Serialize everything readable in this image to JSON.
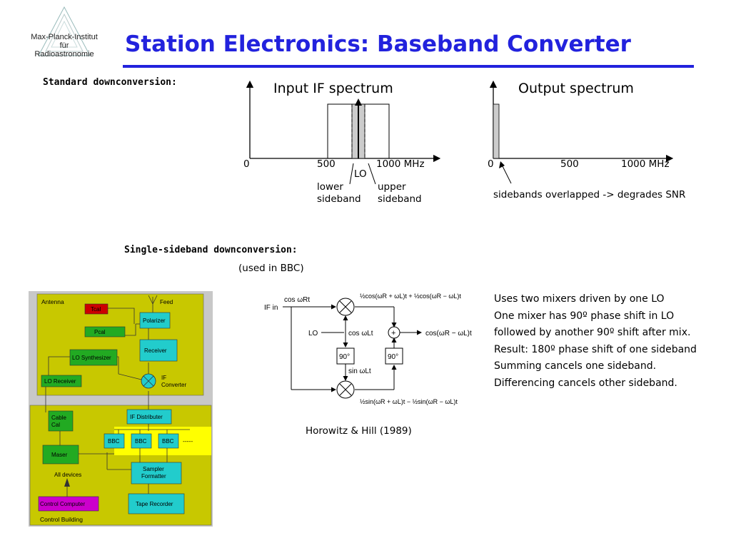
{
  "title": "Station Electronics: Baseband Converter",
  "logo": {
    "line1": "Max-Planck-Institut",
    "line2": "für",
    "line3": "Radioastronomie"
  },
  "standard": {
    "heading": "Standard downconversion:",
    "input": {
      "title": "Input IF spectrum",
      "tick0": "0",
      "tick500": "500",
      "tick1000": "1000 MHz",
      "lo_label": "LO",
      "lower_line1": "lower",
      "lower_line2": "sideband",
      "upper_line1": "upper",
      "upper_line2": "sideband"
    },
    "output": {
      "title": "Output spectrum",
      "tick0": "0",
      "tick500": "500",
      "tick1000": "1000 MHz",
      "note": "sidebands overlapped -> degrades SNR"
    }
  },
  "ssb": {
    "heading": "Single-sideband downconversion:",
    "subheading": "(used in BBC)",
    "credit": "Horowitz & Hill (1989)",
    "mixer": {
      "if_in": "IF in",
      "cos_r": "cos ωRt",
      "lo": "LO",
      "cos_l": "cos ωLt",
      "sin_l": "sin ωLt",
      "shift1": "90°",
      "shift2": "90°",
      "top_formula": "½cos(ωR + ωL)t + ½cos(ωR − ωL)t",
      "bottom_formula": "½sin(ωR + ωL)t − ½sin(ωR − ωL)t",
      "output": "cos(ωR − ωL)t",
      "sum_symbol": "+"
    },
    "notes": [
      "Uses two mixers driven by one LO",
      "One mixer has 90º phase shift in LO",
      "followed by another 90º shift after mix.",
      "Result: 180º phase shift of one sideband",
      "Summing cancels one sideband.",
      "Differencing cancels other sideband."
    ]
  },
  "block_diagram": {
    "antenna": "Antenna",
    "feed": "Feed",
    "tcal": "Tcal",
    "pcal": "Pcal",
    "polarizer": "Polarizer",
    "receiver": "Receiver",
    "lo_synth": "LO Synthesizer",
    "lo_receiver": "LO Receiver",
    "if_conv1": "IF",
    "if_conv2": "Converter",
    "cable_cal1": "Cable",
    "cable_cal2": "Cal",
    "if_dist": "IF Distributer",
    "bbc1": "BBC",
    "bbc2": "BBC",
    "bbc3": "BBC",
    "dots": "-----",
    "maser": "Maser",
    "sampler1": "Sampler",
    "sampler2": "Formatter",
    "all_devices": "All devices",
    "control_computer": "Control Computer",
    "tape_recorder": "Tape Recorder",
    "control_building": "Control Building"
  }
}
